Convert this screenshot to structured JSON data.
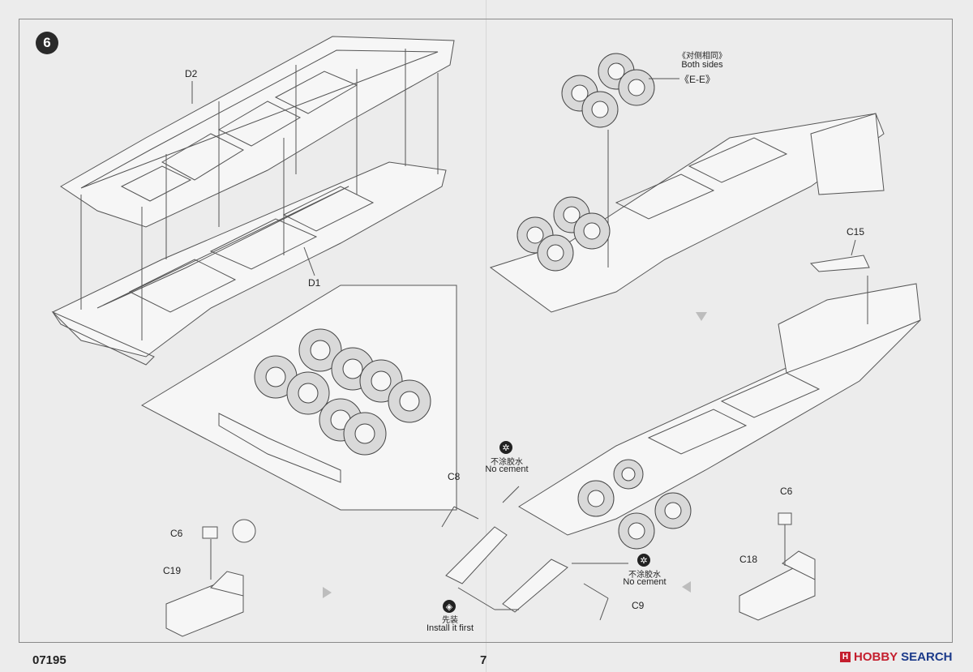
{
  "step": {
    "number": "6"
  },
  "footer": {
    "code": "07195",
    "page": "7",
    "brand_a": "HOBBY",
    "brand_b": "SEARCH"
  },
  "parts": {
    "d2": "D2",
    "d1": "D1",
    "c15": "C15",
    "c8": "C8",
    "c9": "C9",
    "c6_left": "C6",
    "c19": "C19",
    "c6_right": "C6",
    "c18": "C18"
  },
  "notes": {
    "both_sides_cn": "《对侧相同》",
    "both_sides_en": "Both sides",
    "both_sides_parts": "《E-E》",
    "no_cement_cn_1": "不涂胶水",
    "no_cement_en_1": "No cement",
    "no_cement_cn_2": "不涂胶水",
    "no_cement_en_2": "No cement",
    "install_first_cn": "先装",
    "install_first_en": "Install it first"
  }
}
